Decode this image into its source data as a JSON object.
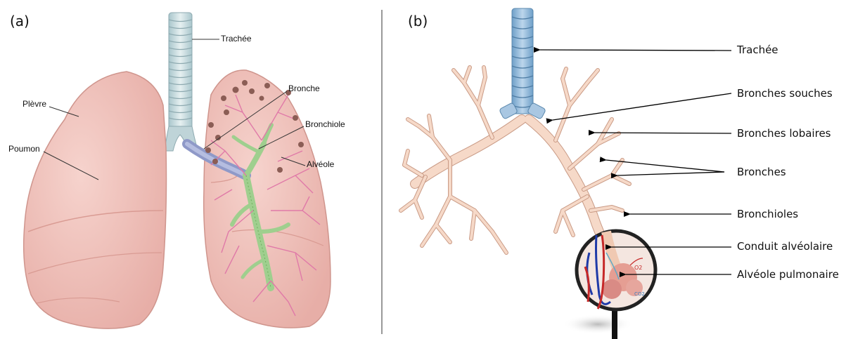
{
  "panel_a": {
    "panel_label": "(a)",
    "labels": {
      "trachee": "Trachée",
      "plevre": "Plèvre",
      "poumon": "Poumon",
      "bronche": "Bronche",
      "bronchiole": "Bronchiole",
      "alveole": "Alvéole"
    }
  },
  "panel_b": {
    "panel_label": "(b)",
    "labels": {
      "trachee": "Trachée",
      "bronches_souches": "Bronches souches",
      "bronches_lobaires": "Bronches lobaires",
      "bronches": "Bronches",
      "bronchioles": "Bronchioles",
      "conduit_alveolaire": "Conduit alvéolaire",
      "alveole_pulmonaire": "Alvéole pulmonaire"
    },
    "inset_labels": {
      "o2": "O2",
      "co2": "CO2"
    }
  },
  "colors": {
    "lung": "#f2c4bd",
    "lung_dark": "#d89a93",
    "trachea_a": "#cfe0e3",
    "airway": "#f6d9c8",
    "airway_edge": "#c99a85",
    "trachea_b": "#8fb6d6",
    "bronchi_green": "#9fcf8e",
    "vessel_pink": "#e07aa8",
    "alveoli_brown": "#8b5d55"
  }
}
